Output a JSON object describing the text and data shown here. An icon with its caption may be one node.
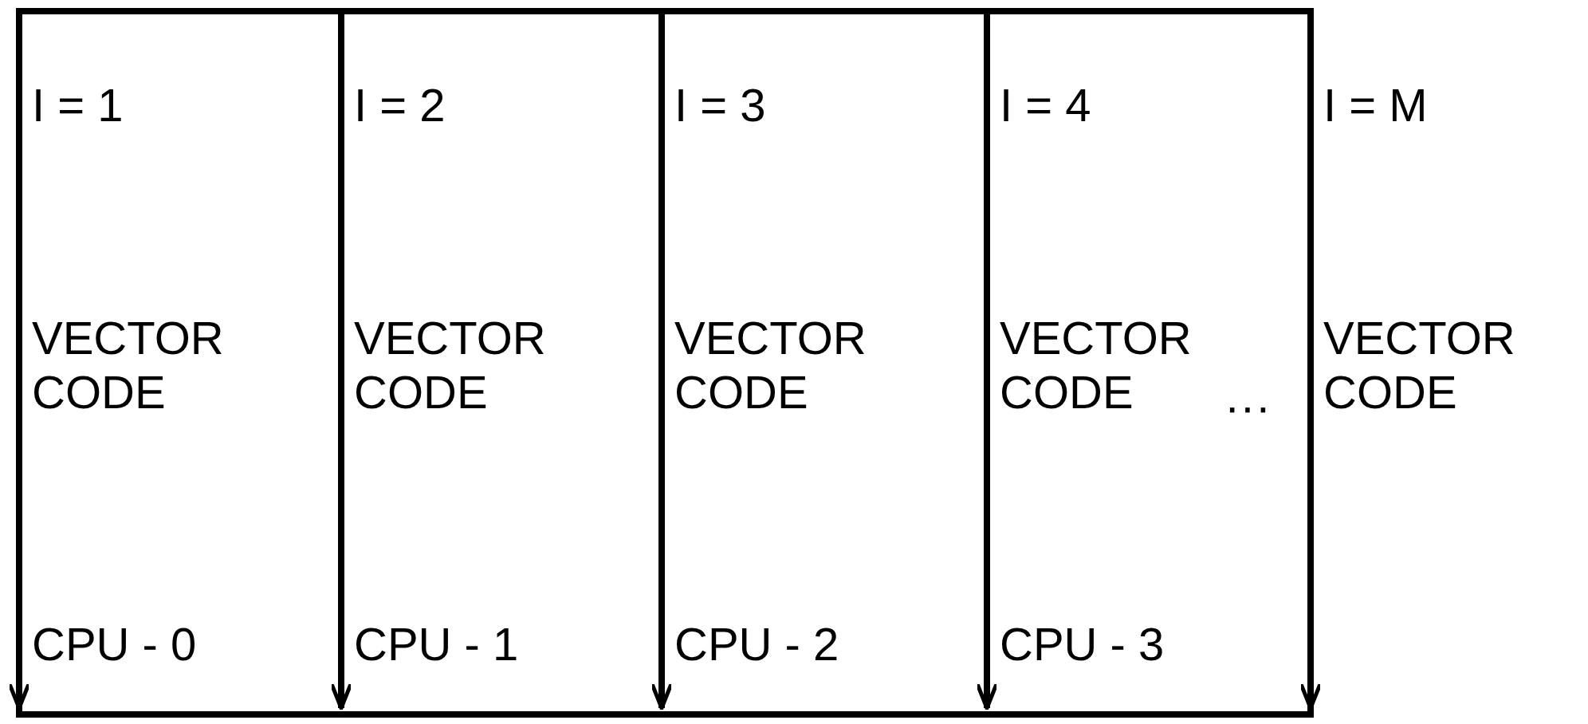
{
  "diagram": {
    "nodes": [
      {
        "text": [
          "I = 1",
          "VECTOR CODE",
          "CPU - 0"
        ]
      },
      {
        "text": [
          "I = 2",
          "VECTOR CODE",
          "CPU - 1"
        ]
      },
      {
        "text": [
          "I = 3",
          "VECTOR CODE",
          "CPU - 2"
        ]
      },
      {
        "text": [
          "I = 4",
          "VECTOR CODE",
          "CPU - 3"
        ]
      },
      {
        "text": [
          "I = M",
          "VECTOR CODE"
        ]
      }
    ],
    "labels": [
      "···"
    ]
  }
}
